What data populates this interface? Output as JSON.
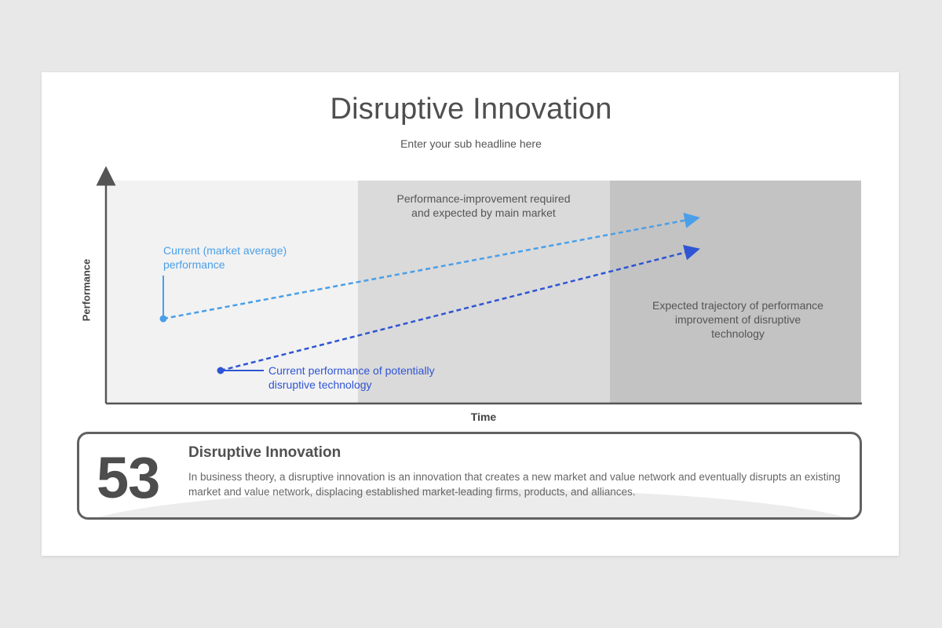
{
  "slide": {
    "title": "Disruptive Innovation",
    "subtitle": "Enter your sub headline here"
  },
  "diagram": {
    "x_axis_label": "Time",
    "y_axis_label": "Performance",
    "labels": {
      "current_market": "Current (market average) performance",
      "current_disruptive": "Current performance of potentially disruptive technology",
      "required_improvement": "Performance-improvement required and expected by main market",
      "expected_trajectory": "Expected trajectory of performance improvement of disruptive technology"
    },
    "colors": {
      "market_line": "#4a9fe8",
      "disruptive_line": "#2f55d4",
      "band_light": "#f2f2f2",
      "band_mid": "#dadada",
      "band_dark": "#c3c3c3",
      "axis": "#555555"
    }
  },
  "info": {
    "number": "53",
    "title": "Disruptive Innovation",
    "text": "In business theory, a disruptive innovation is an innovation that creates a new market and value network and eventually disrupts an existing market and value network, displacing established market-leading firms, products, and alliances."
  }
}
